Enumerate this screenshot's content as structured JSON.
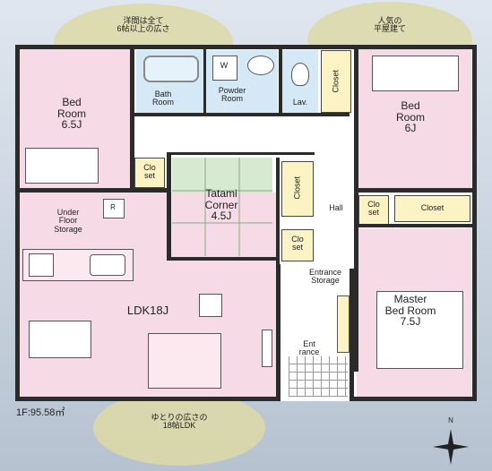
{
  "callouts": {
    "top_left": [
      "洋間は全て",
      "6帖以上の広さ"
    ],
    "top_right": [
      "人気の",
      "平屋建て"
    ],
    "bottom": [
      "ゆとりの広さの",
      "18帖LDK"
    ]
  },
  "rooms": {
    "bed_left": [
      "Bed",
      "Room",
      "6.5J"
    ],
    "bed_right": [
      "Bed",
      "Room",
      "6J"
    ],
    "bath": [
      "Bath",
      "Room"
    ],
    "powder": [
      "Powder",
      "Room"
    ],
    "lav": "Lav.",
    "closet_top": "Closet",
    "closet_mid": "Closet",
    "closet_right": "Closet",
    "clo_set_left": [
      "Clo",
      "set"
    ],
    "clo_set_mid": [
      "Clo",
      "set"
    ],
    "clo_set_right": [
      "Clo",
      "set"
    ],
    "tatami": [
      "Tatami",
      "Corner",
      "4.5J"
    ],
    "hall": "Hall",
    "under_floor": [
      "Under",
      "Floor",
      "Storage"
    ],
    "ldk": "LDK18J",
    "entrance_storage": [
      "Entrance",
      "Storage"
    ],
    "entrance": [
      "Ent",
      "rance"
    ],
    "master": [
      "Master",
      "Bed Room",
      "7.5J"
    ],
    "washer_mark": "W",
    "fridge_mark": "R"
  },
  "area": "1F:95.58㎡",
  "compass_label": "N",
  "colors": {
    "pink": "#f6dbe6",
    "blue": "#d4e8f5",
    "tatami": "#d6ead2",
    "yellow": "#fbf3c3",
    "hall": "#ffffff",
    "wall": "#2b2b2b",
    "callout": "#ddd9a6"
  }
}
